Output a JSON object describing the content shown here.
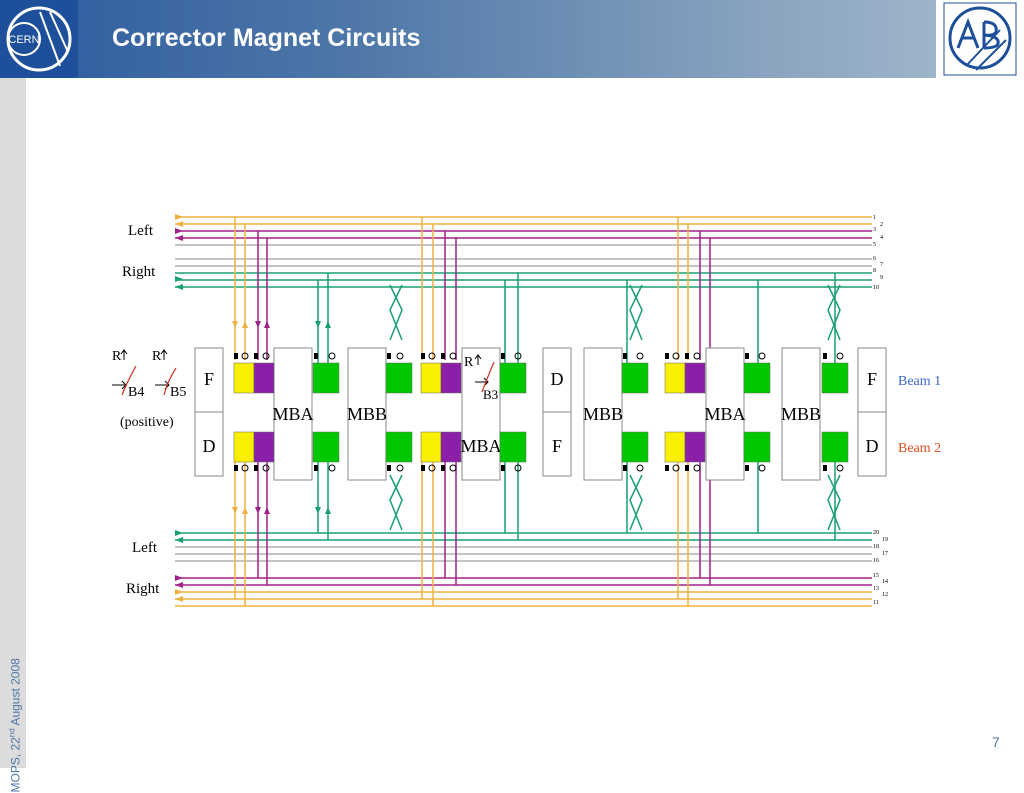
{
  "header": {
    "title": "Corrector Magnet Circuits",
    "cern_logo_text": "CERN"
  },
  "sidebar": {
    "text_prefix": "MOPS, 22",
    "text_sup": "nd",
    "text_suffix": " August 2008"
  },
  "footer": {
    "page_number": "7"
  },
  "diagram": {
    "top_group_labels": [
      "Left",
      "Right"
    ],
    "bottom_group_labels": [
      "Left",
      "Right"
    ],
    "left_letters": {
      "r1": "R",
      "r2": "R",
      "b4": "B4",
      "b5": "B5",
      "positive": "(positive)"
    },
    "b3_letters": {
      "r": "R",
      "b3": "B3"
    },
    "quad_letters": {
      "q1_top": "F",
      "q1_bottom": "D",
      "q2_top": "D",
      "q2_bottom": "F",
      "q3_top": "F",
      "q3_bottom": "D"
    },
    "magnet_labels": {
      "mba": "MBA",
      "mbb": "MBB"
    },
    "beam_labels": {
      "beam1": "Beam 1",
      "beam2": "Beam 2"
    },
    "top_line_numbers": [
      "1",
      "2",
      "3",
      "4",
      "5",
      "6",
      "7",
      "8",
      "9",
      "10"
    ],
    "bottom_line_numbers": [
      "20",
      "19",
      "18",
      "17",
      "16",
      "15",
      "14",
      "13",
      "12",
      "11"
    ],
    "colors": {
      "orange": "#f0b040",
      "magenta": "#a0208a",
      "green": "#18a070",
      "teal": "#40b090",
      "gray": "#b0b0b0",
      "yellow": "#f8f000",
      "purple": "#8a20a8",
      "box_green": "#00c800",
      "beam1": "#3a6ac8",
      "beam2": "#e05020"
    }
  }
}
